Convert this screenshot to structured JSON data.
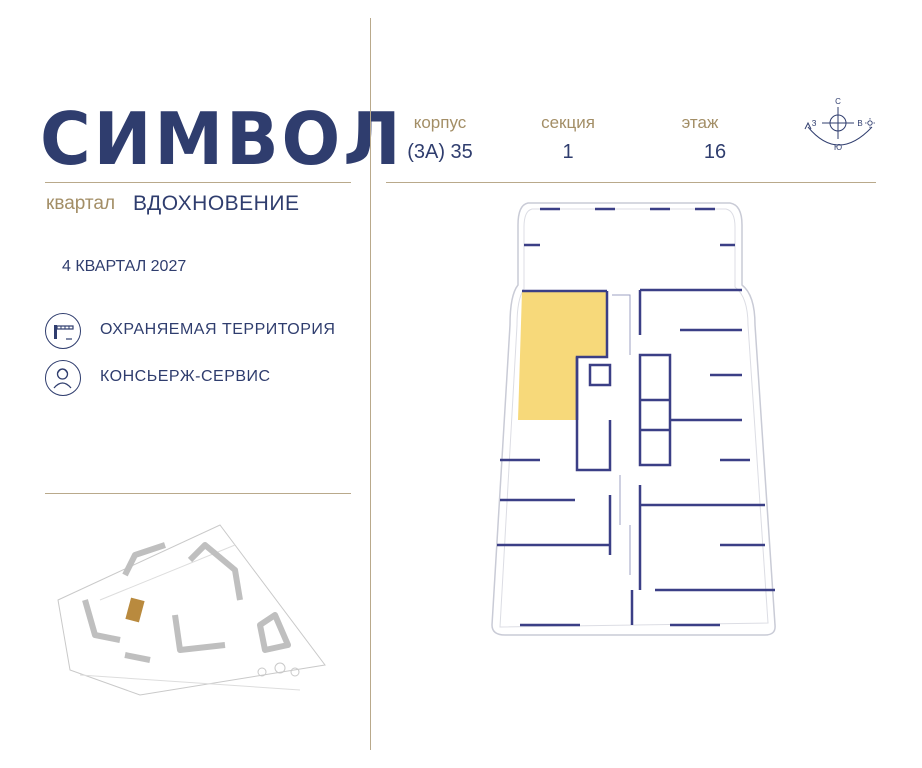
{
  "brand": {
    "name": "СИМВОЛ"
  },
  "quarter": {
    "label": "квартал",
    "name": "ВДОХНОВЕНИЕ"
  },
  "deadline": "4 КВАРТАЛ 2027",
  "features": [
    {
      "label": "ОХРАНЯЕМАЯ ТЕРРИТОРИЯ",
      "icon": "barrier-icon"
    },
    {
      "label": "КОНСЬЕРЖ-СЕРВИС",
      "icon": "concierge-icon"
    }
  ],
  "building": {
    "korpus_label": "корпус",
    "korpus_value": "(3А) 35",
    "section_label": "секция",
    "section_value": "1",
    "floor_label": "этаж",
    "floor_value": "16"
  },
  "compass": {
    "north": "С",
    "south": "Ю",
    "west": "З",
    "east": "В"
  },
  "colors": {
    "navy": "#2f3d6e",
    "gold": "#a38e66",
    "highlight": "#f7d97a",
    "site_marker": "#b98a3e"
  }
}
